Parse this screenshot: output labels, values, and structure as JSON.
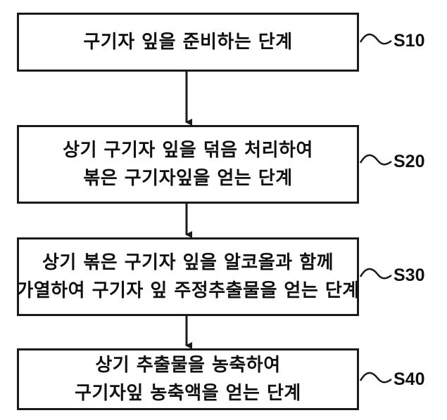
{
  "steps": [
    {
      "id": "S10",
      "lines": [
        "구기자 잎을 준비하는 단계"
      ]
    },
    {
      "id": "S20",
      "lines": [
        "상기 구기자 잎을 덖음 처리하여",
        "볶은 구기자잎을 얻는 단계"
      ]
    },
    {
      "id": "S30",
      "lines": [
        "상기 볶은 구기자 잎을 알코올과 함께",
        "가열하여 구기자 잎 주정추출물을 얻는 단계"
      ]
    },
    {
      "id": "S40",
      "lines": [
        "상기 추출물을 농축하여",
        "구기자잎 농축액을 얻는 단계"
      ]
    }
  ],
  "colors": {
    "stroke": "#1a1a1a",
    "background": "#ffffff"
  }
}
